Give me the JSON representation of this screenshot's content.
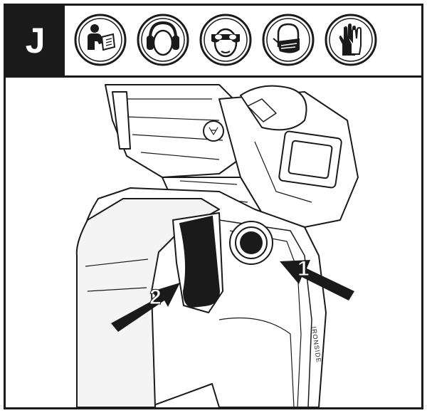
{
  "step": {
    "letter": "J"
  },
  "ppe_icons": [
    {
      "name": "read-manual-icon"
    },
    {
      "name": "ear-protection-icon"
    },
    {
      "name": "eye-protection-icon"
    },
    {
      "name": "dust-mask-icon"
    },
    {
      "name": "gloves-icon"
    }
  ],
  "callouts": {
    "first": "1",
    "second": "2"
  },
  "tool_brand": "IRONSIDE"
}
